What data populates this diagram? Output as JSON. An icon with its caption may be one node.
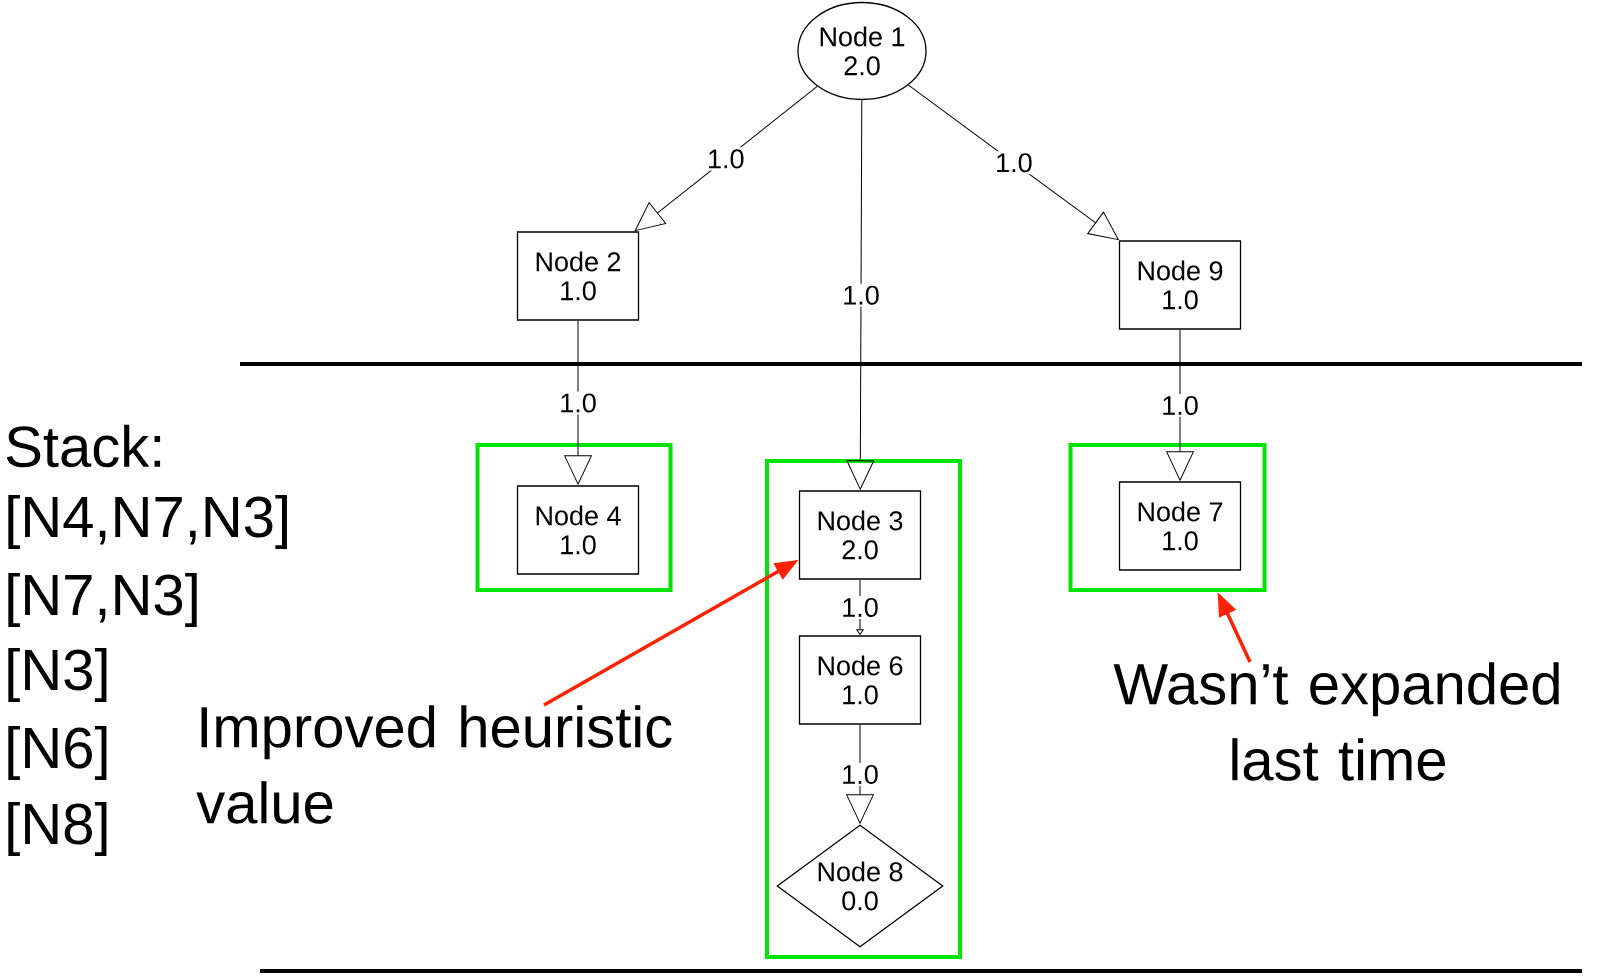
{
  "diagram": {
    "nodes": [
      {
        "text": [
          "Node 1",
          "2.0"
        ]
      },
      {
        "text": [
          "Node 2",
          "1.0"
        ]
      },
      {
        "text": [
          "Node 9",
          "1.0"
        ]
      },
      {
        "text": [],
        "shape": "box"
      },
      {
        "text": [
          "Node 4",
          "1.0"
        ],
        "in": 3
      },
      {
        "text": [],
        "shape": "box"
      },
      {
        "text": [
          "Node 3",
          "2.0"
        ],
        "in": 5
      },
      {
        "text": [
          "Node 6",
          "1.0"
        ],
        "in": 5
      },
      {
        "text": [
          "Node 8",
          "0.0"
        ],
        "in": 5
      },
      {
        "text": [],
        "shape": "box"
      },
      {
        "text": [
          "Node 7",
          "1.0"
        ],
        "in": 9
      },
      {
        "text": [
          "Improved heuristic value"
        ]
      },
      {
        "text": [
          "Wasn’t expanded last time"
        ]
      }
    ],
    "edges": [
      {
        "from": 0,
        "to": 1,
        "arrow": "to",
        "label": "1.0"
      },
      {
        "from": 0,
        "to": 6,
        "arrow": "to",
        "label": "1.0"
      },
      {
        "from": 0,
        "to": 2,
        "arrow": "to",
        "label": "1.0"
      },
      {
        "from": 1,
        "to": 4,
        "arrow": "to",
        "label": "1.0"
      },
      {
        "from": 2,
        "to": 10,
        "arrow": "to",
        "label": "1.0"
      },
      {
        "from": 6,
        "to": 7,
        "arrow": "to",
        "label": "1.0"
      },
      {
        "from": 7,
        "to": 8,
        "arrow": "to",
        "label": "1.0"
      },
      {
        "from": 11,
        "to": 6,
        "arrow": "to",
        "style": "thick",
        "color": "#ff2200"
      },
      {
        "from": 12,
        "to": 9,
        "arrow": "to",
        "style": "thick",
        "color": "#ff2200"
      }
    ],
    "labels": [
      "Stack:",
      "[N4,N7,N3]",
      "[N7,N3]",
      "[N3]",
      "[N6]",
      "[N8]"
    ]
  }
}
